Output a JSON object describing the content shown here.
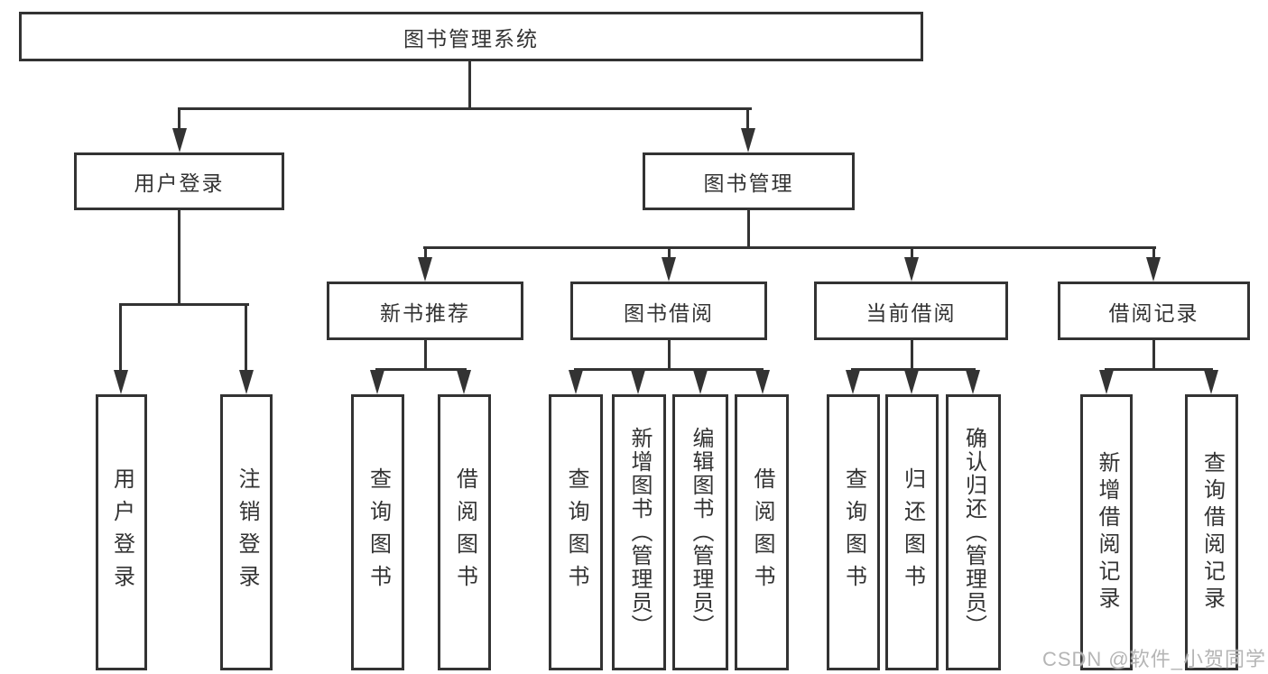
{
  "diagram": {
    "title": "图书管理系统",
    "root": {
      "label": "图书管理系统"
    },
    "branches": [
      {
        "label": "用户登录",
        "leaves": [
          "用户登录",
          "注销登录"
        ]
      },
      {
        "label": "图书管理",
        "groups": [
          {
            "label": "新书推荐",
            "leaves": [
              "查询图书",
              "借阅图书"
            ]
          },
          {
            "label": "图书借阅",
            "leaves": [
              "查询图书",
              "新增图书（管理员）",
              "编辑图书（管理员）",
              "借阅图书"
            ]
          },
          {
            "label": "当前借阅",
            "leaves": [
              "查询图书",
              "归还图书",
              "确认归还（管理员）"
            ]
          },
          {
            "label": "借阅记录",
            "leaves": [
              "新增借阅记录",
              "查询借阅记录"
            ]
          }
        ]
      }
    ]
  },
  "watermark": {
    "text": "CSDN @软件_小贺同学"
  },
  "colors": {
    "line": "#333333",
    "box_border": "#333333",
    "text": "#333333",
    "background": "#ffffff",
    "watermark": "#b5b5b5"
  }
}
